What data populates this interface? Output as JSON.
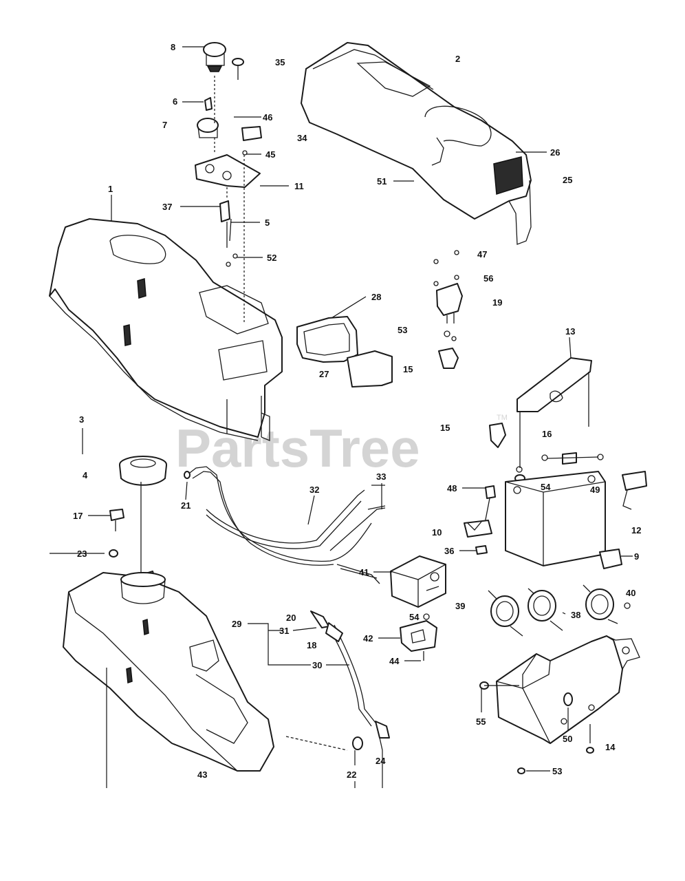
{
  "watermark": {
    "text": "PartsTree",
    "tm": "TM"
  },
  "callouts": [
    {
      "id": "c8",
      "text": "8"
    },
    {
      "id": "c35",
      "text": "35"
    },
    {
      "id": "c2",
      "text": "2"
    },
    {
      "id": "c6",
      "text": "6"
    },
    {
      "id": "c7",
      "text": "7"
    },
    {
      "id": "c46",
      "text": "46"
    },
    {
      "id": "c34",
      "text": "34"
    },
    {
      "id": "c45",
      "text": "45"
    },
    {
      "id": "c26",
      "text": "26"
    },
    {
      "id": "c25",
      "text": "25"
    },
    {
      "id": "c51",
      "text": "51"
    },
    {
      "id": "c11",
      "text": "11"
    },
    {
      "id": "c1",
      "text": "1"
    },
    {
      "id": "c37",
      "text": "37"
    },
    {
      "id": "c5",
      "text": "5"
    },
    {
      "id": "c52",
      "text": "52"
    },
    {
      "id": "c47",
      "text": "47"
    },
    {
      "id": "c56",
      "text": "56"
    },
    {
      "id": "c19",
      "text": "19"
    },
    {
      "id": "c28",
      "text": "28"
    },
    {
      "id": "c53a",
      "text": "53"
    },
    {
      "id": "c13",
      "text": "13"
    },
    {
      "id": "c27",
      "text": "27"
    },
    {
      "id": "c15a",
      "text": "15"
    },
    {
      "id": "c3",
      "text": "3"
    },
    {
      "id": "c15b",
      "text": "15"
    },
    {
      "id": "c16",
      "text": "16"
    },
    {
      "id": "c4",
      "text": "4"
    },
    {
      "id": "c33",
      "text": "33"
    },
    {
      "id": "c32",
      "text": "32"
    },
    {
      "id": "c48",
      "text": "48"
    },
    {
      "id": "c54a",
      "text": "54"
    },
    {
      "id": "c49",
      "text": "49"
    },
    {
      "id": "c21",
      "text": "21"
    },
    {
      "id": "c17",
      "text": "17"
    },
    {
      "id": "c10",
      "text": "10"
    },
    {
      "id": "c12",
      "text": "12"
    },
    {
      "id": "c23",
      "text": "23"
    },
    {
      "id": "c36",
      "text": "36"
    },
    {
      "id": "c41",
      "text": "41"
    },
    {
      "id": "c9",
      "text": "9"
    },
    {
      "id": "c40",
      "text": "40"
    },
    {
      "id": "c39",
      "text": "39"
    },
    {
      "id": "c54b",
      "text": "54"
    },
    {
      "id": "c20",
      "text": "20"
    },
    {
      "id": "c29",
      "text": "29"
    },
    {
      "id": "c31",
      "text": "31"
    },
    {
      "id": "c38",
      "text": "38"
    },
    {
      "id": "c42",
      "text": "42"
    },
    {
      "id": "c18",
      "text": "18"
    },
    {
      "id": "c44",
      "text": "44"
    },
    {
      "id": "c30",
      "text": "30"
    },
    {
      "id": "c55",
      "text": "55"
    },
    {
      "id": "c50",
      "text": "50"
    },
    {
      "id": "c14",
      "text": "14"
    },
    {
      "id": "c43",
      "text": "43"
    },
    {
      "id": "c22",
      "text": "22"
    },
    {
      "id": "c24",
      "text": "24"
    },
    {
      "id": "c53b",
      "text": "53"
    }
  ]
}
